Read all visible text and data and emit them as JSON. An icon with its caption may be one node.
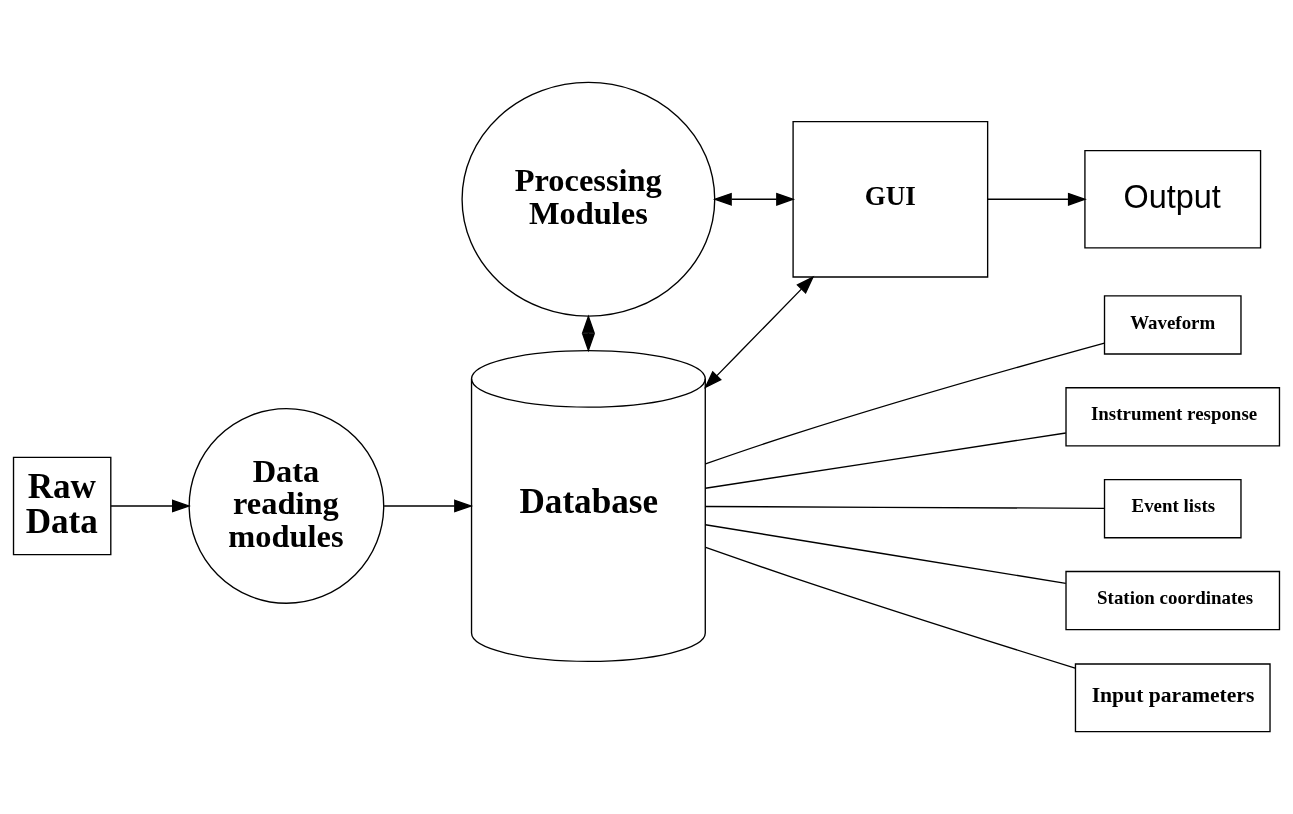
{
  "diagram": {
    "nodes": [
      {
        "text": [
          "Raw Data"
        ]
      },
      {
        "text": [
          "Data reading modules"
        ]
      },
      {
        "text": [
          "Database"
        ]
      },
      {
        "text": [
          "Waveform"
        ]
      },
      {
        "text": [
          "Instrument response"
        ]
      },
      {
        "text": [
          "Event lists"
        ]
      },
      {
        "text": [
          "Station coordinates"
        ]
      },
      {
        "text": [
          "Input parameters"
        ]
      },
      {
        "text": [
          "Processing Modules"
        ]
      },
      {
        "text": [
          "GUI"
        ]
      },
      {
        "text": [
          "Output"
        ]
      }
    ],
    "edges": [
      {
        "from": 0,
        "to": 1,
        "arrow": "to"
      },
      {
        "from": 1,
        "to": 2,
        "arrow": "to"
      },
      {
        "from": 2,
        "to": 3,
        "arrow": "none"
      },
      {
        "from": 2,
        "to": 4,
        "arrow": "none"
      },
      {
        "from": 2,
        "to": 5,
        "arrow": "none"
      },
      {
        "from": 2,
        "to": 6,
        "arrow": "none"
      },
      {
        "from": 2,
        "to": 7,
        "arrow": "none"
      },
      {
        "from": 8,
        "to": 2,
        "arrow": "both"
      },
      {
        "from": 2,
        "to": 9,
        "arrow": "both"
      },
      {
        "from": 8,
        "to": 9,
        "arrow": "both"
      },
      {
        "from": 9,
        "to": 10,
        "arrow": "to"
      }
    ]
  }
}
